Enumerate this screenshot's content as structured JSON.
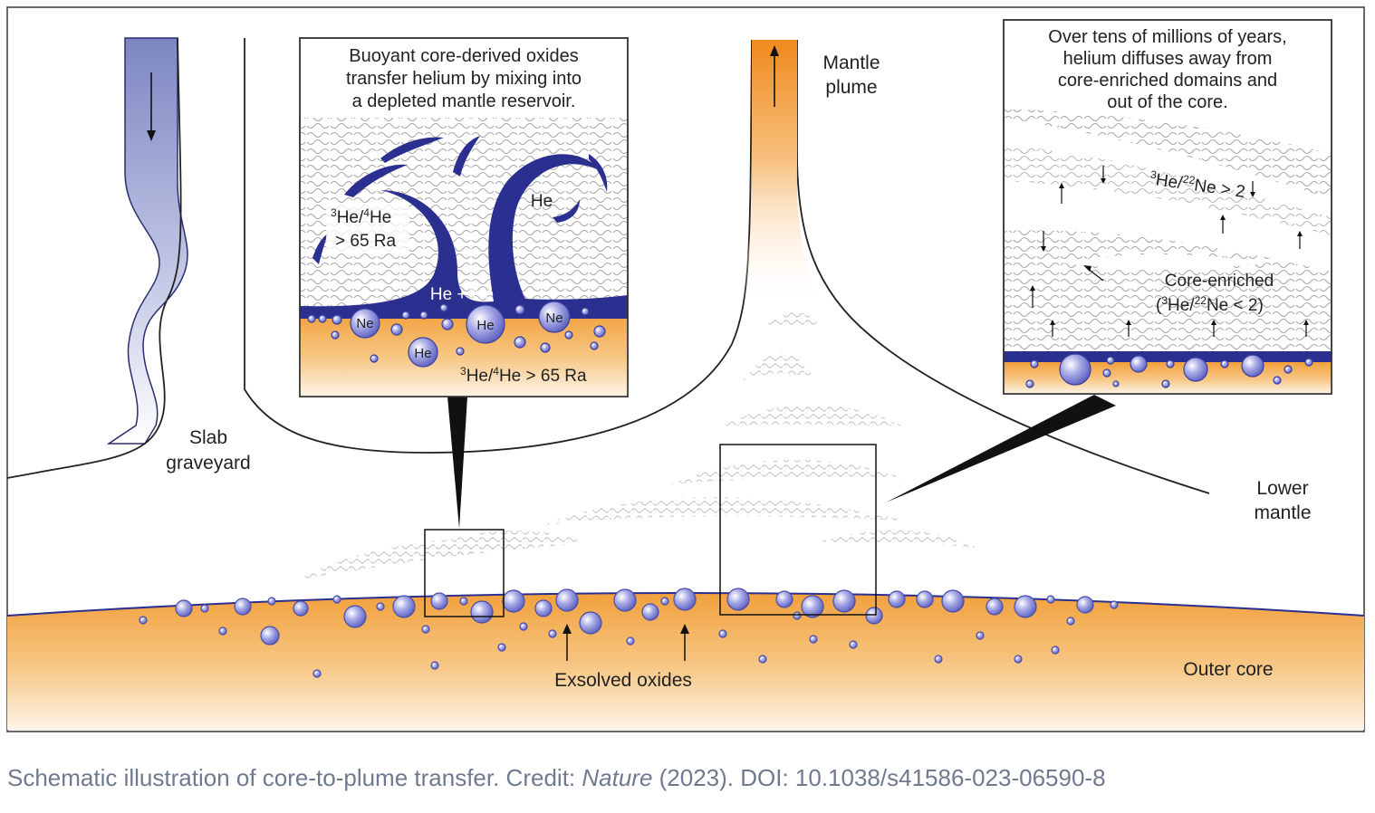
{
  "diagram": {
    "labels": {
      "slab_graveyard": [
        "Slab",
        "graveyard"
      ],
      "mantle_plume": [
        "Mantle",
        "plume"
      ],
      "lower_mantle": [
        "Lower",
        "mantle"
      ],
      "outer_core": "Outer core",
      "exsolved_oxides": "Exsolved oxides"
    },
    "left_inset": {
      "text": [
        "Buoyant core-derived oxides",
        "transfer helium by mixing into",
        "a depleted mantle reservoir."
      ],
      "ratio_top": [
        "3He/4He",
        "> 65 Ra"
      ],
      "he_ne": "He + Ne",
      "he": "He",
      "bubble_labels": [
        "Ne",
        "He",
        "Ne",
        "He"
      ],
      "ratio_bottom": "3He/4He > 65 Ra"
    },
    "right_inset": {
      "text": [
        "Over tens of millions of years,",
        "helium diffuses away from",
        "core-enriched domains and",
        "out of the core."
      ],
      "ratio_upper": "3He/22Ne > 2",
      "core_enriched": "Core-enriched",
      "ratio_lower": "(3He/22Ne < 2)"
    },
    "colors": {
      "core_orange": "#f2a03c",
      "oxide_blue": "#2b2f8f",
      "bubble": "#8f91d8",
      "slab_blue": "#8b94c9"
    }
  },
  "caption": {
    "prefix": "Schematic illustration of core-to-plume transfer. Credit: ",
    "journal": "Nature",
    "suffix": " (2023). DOI: 10.1038/s41586-023-06590-8"
  }
}
